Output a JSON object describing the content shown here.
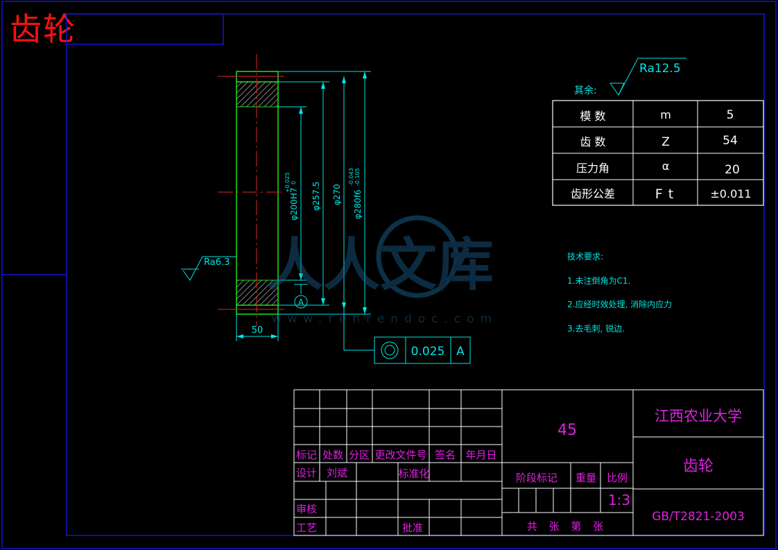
{
  "title": "齿轮",
  "surface": {
    "other_label": "其余:",
    "other_ra": "Ra12.5",
    "side_ra": "Ra6.3"
  },
  "dimensions": {
    "width": "50",
    "bore": "φ200H7",
    "bore_tol_upper": "+0.025",
    "bore_tol_lower": "0",
    "d1": "φ257.5",
    "d2": "φ270",
    "tip": "φ280f6",
    "tip_tol_upper": "-0.043",
    "tip_tol_lower": "-0.105"
  },
  "datum": "A",
  "tolerance_frame": {
    "symbol": "concentricity-icon",
    "value": "0.025",
    "datum": "A"
  },
  "param_table": [
    [
      "模 数",
      "m",
      "5"
    ],
    [
      "齿 数",
      "Z",
      "54"
    ],
    [
      "压力角",
      "α",
      "20"
    ],
    [
      "齿形公差",
      "Ft",
      "±0.011"
    ]
  ],
  "tech_req": {
    "heading": "技术要求:",
    "items": [
      "1.未注倒角为C1.",
      "2.应经时效处理, 消除内应力",
      "3.去毛刺, 锐边."
    ]
  },
  "title_block": {
    "material": "45",
    "school": "江西农业大学",
    "part_name": "齿轮",
    "standard": "GB/T2821-2003",
    "headers": [
      "标记",
      "处数",
      "分区",
      "更改文件号",
      "签名",
      "年月日"
    ],
    "design_label": "设计",
    "designer": "刘斌",
    "standardize_label": "标准化",
    "review_label": "审核",
    "process_label": "工艺",
    "approve_label": "批准",
    "stage_label": "阶段标记",
    "weight_label": "重量",
    "scale_label": "比例",
    "scale_value": "1:3",
    "sheets_text": "共 张 第 张"
  },
  "watermark": {
    "text": "人人文库",
    "url": "www.renrendoc.com"
  },
  "colors": {
    "background": "#000000",
    "frame": "#1414d2",
    "title": "#ff1010",
    "cyan": "#00e6e6",
    "green": "#21e021",
    "red": "#e02828",
    "magenta": "#e020e0",
    "white": "#ffffff"
  }
}
